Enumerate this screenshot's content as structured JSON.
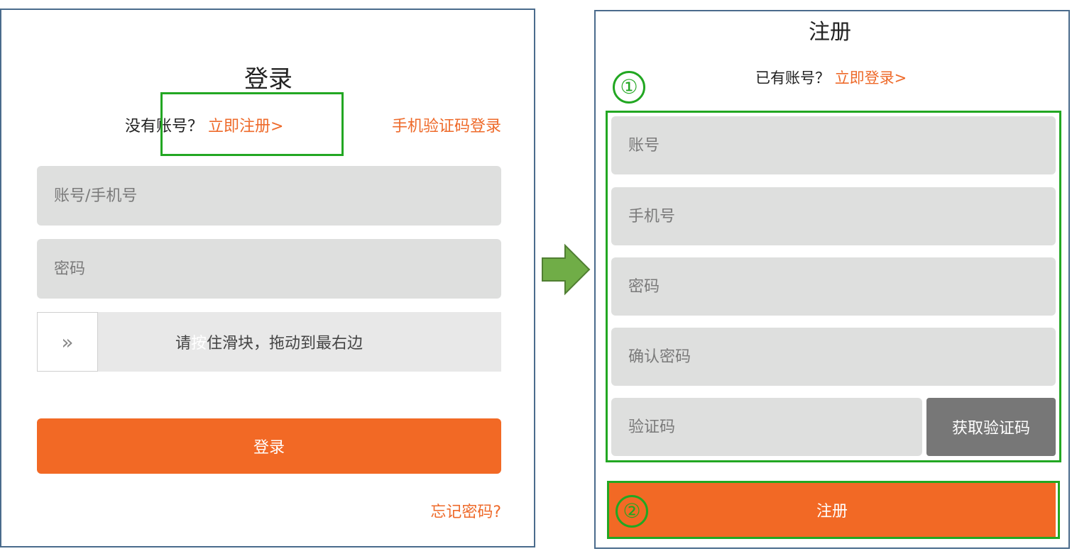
{
  "login": {
    "title": "登录",
    "no_account_prefix": "没有账号？",
    "register_link": "立即注册>",
    "sms_login": "手机验证码登录",
    "account_placeholder": "账号/手机号",
    "password_placeholder": "密码",
    "slider_handle_icon": "»",
    "slider_text_a": "请",
    "slider_text_hint": "按",
    "slider_text_b": "住滑块，拖动到最右边",
    "login_button": "登录",
    "forgot_password": "忘记密码?"
  },
  "register": {
    "title": "注册",
    "have_account_prefix": "已有账号？",
    "login_link": "立即登录>",
    "account_placeholder": "账号",
    "phone_placeholder": "手机号",
    "password_placeholder": "密码",
    "confirm_password_placeholder": "确认密码",
    "code_placeholder": "验证码",
    "get_code_button": "获取验证码",
    "register_button": "注册"
  },
  "annotations": {
    "marker_1": "①",
    "marker_2": "②",
    "arrow_icon": "arrow-right-icon",
    "highlight_color": "#22a722",
    "arrow_color": "#70ad47"
  },
  "colors": {
    "accent": "#f26925",
    "link": "#ee6a2a",
    "field_bg": "#dedfde",
    "get_code_bg": "#777777",
    "panel_border": "#4a6b8c"
  }
}
